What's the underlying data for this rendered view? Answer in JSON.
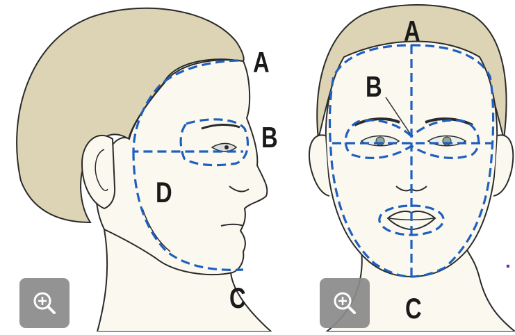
{
  "labels": {
    "side_a": "A",
    "side_b": "B",
    "side_d": "D",
    "side_c": "C",
    "front_a": "A",
    "front_b": "B",
    "front_c": "C"
  },
  "stray_text": ".",
  "zoom_buttons": [
    {
      "icon": "magnify-plus-icon"
    },
    {
      "icon": "magnify-plus-icon"
    }
  ],
  "colors": {
    "skin": "#fbf9ef",
    "hair": "#dcd4b4",
    "outline": "#2a2a2a",
    "dashed_zone": "#1f5fbf",
    "label": "#1a1a1a",
    "stray_text": "#6a2bb0",
    "zoom_button": "#8a8a8a"
  }
}
